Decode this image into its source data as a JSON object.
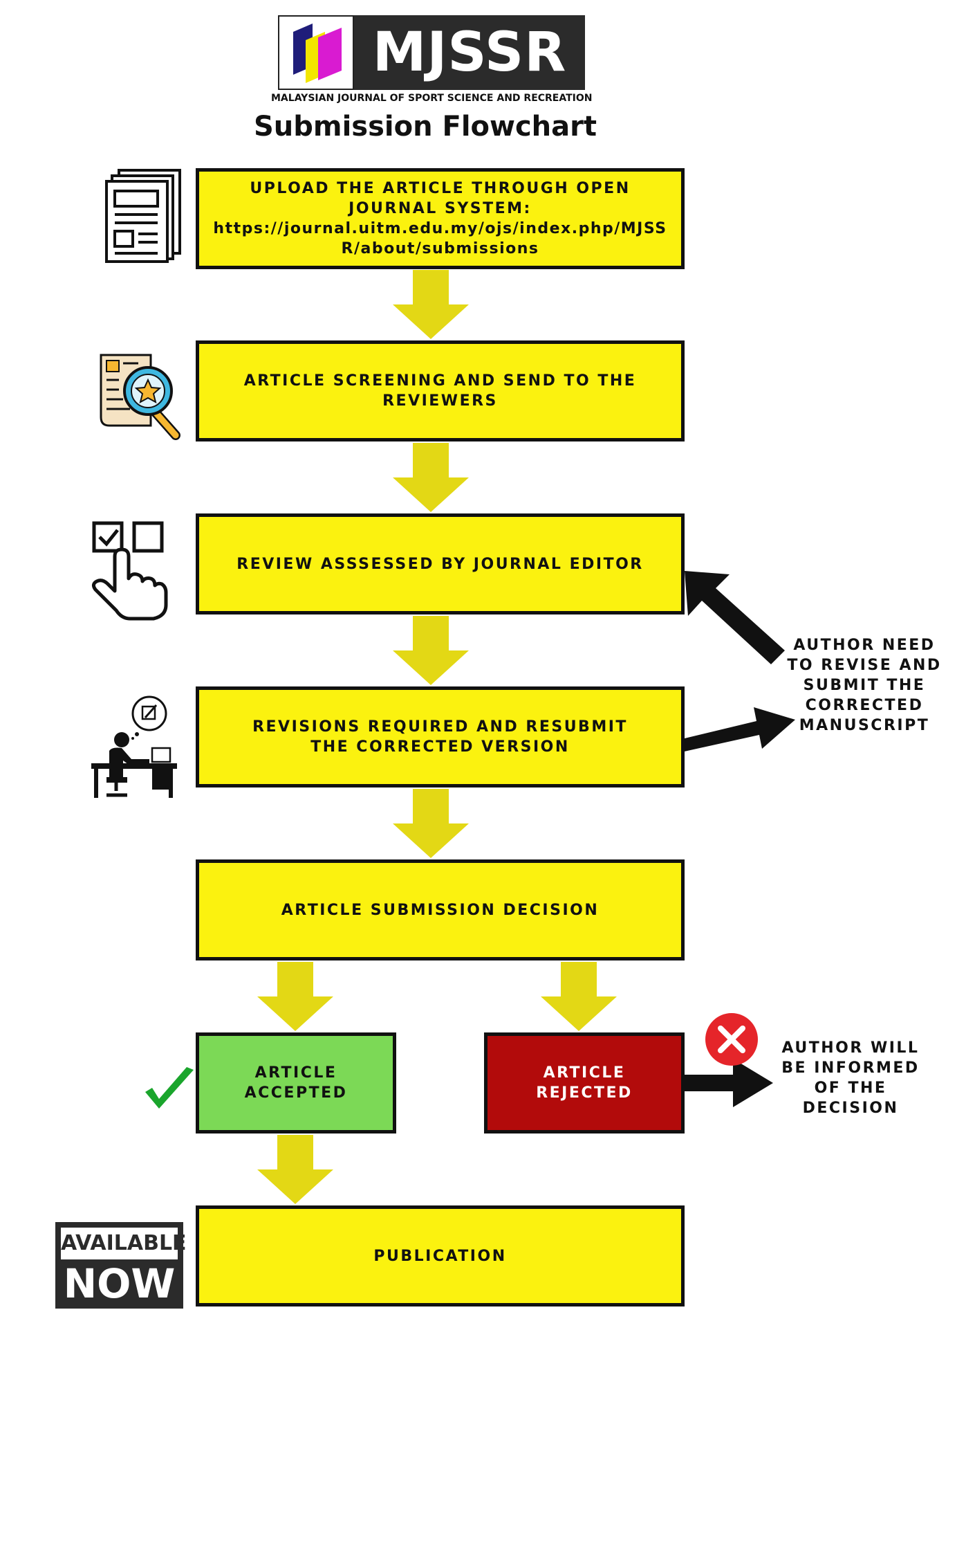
{
  "header": {
    "logo_text": "MJSSR",
    "logo_subtitle": "MALAYSIAN JOURNAL OF SPORT SCIENCE AND RECREATION",
    "title": "Submission Flowchart"
  },
  "steps": {
    "upload_line1": "UPLOAD THE ARTICLE THROUGH OPEN JOURNAL SYSTEM:",
    "upload_line2": "https://journal.uitm.edu.my/ojs/index.php/MJSSR/about/submissions",
    "screening": "ARTICLE SCREENING AND SEND TO THE REVIEWERS",
    "review": "REVIEW ASSSESSED BY JOURNAL EDITOR",
    "revisions": "REVISIONS REQUIRED AND RESUBMIT THE CORRECTED VERSION",
    "decision": "ARTICLE SUBMISSION DECISION",
    "accepted": "ARTICLE ACCEPTED",
    "rejected": "ARTICLE REJECTED",
    "publication": "PUBLICATION"
  },
  "notes": {
    "revise": "AUTHOR NEED TO REVISE AND SUBMIT THE CORRECTED MANUSCRIPT",
    "informed": "AUTHOR WILL BE INFORMED OF THE DECISION"
  },
  "badge": {
    "line1": "AVAILABLE",
    "line2": "NOW"
  },
  "icons": [
    "documents-icon",
    "search-document-icon",
    "checkbox-hand-icon",
    "person-at-desk-icon",
    "checkmark-icon",
    "reject-x-icon",
    "available-now-badge"
  ],
  "colors": {
    "box_fill": "#fbf20f",
    "accepted_fill": "#7cd956",
    "rejected_fill": "#b20b0b",
    "down_arrow": "#e3d815",
    "logo_dark": "#2b2b2b"
  }
}
